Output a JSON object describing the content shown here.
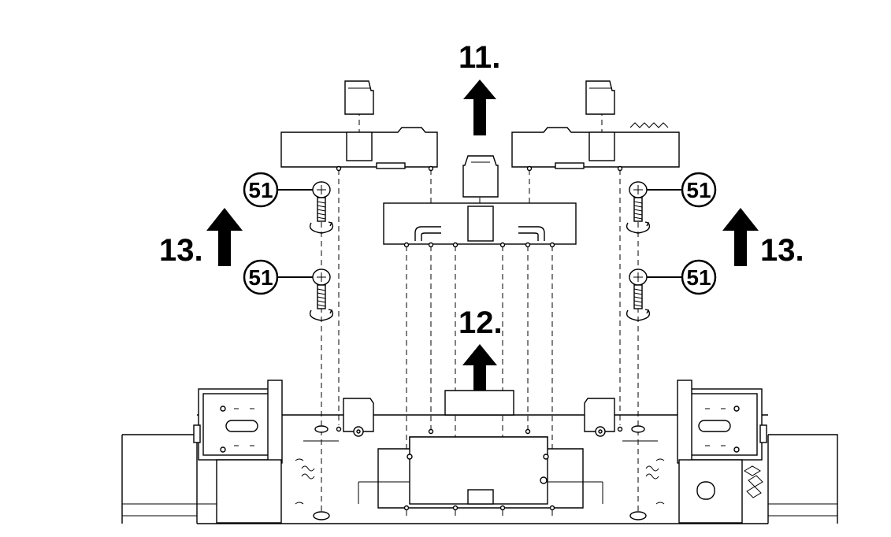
{
  "steps": {
    "step_11": "11.",
    "step_12": "12.",
    "step_13_left": "13.",
    "step_13_right": "13."
  },
  "part_callouts": [
    "51",
    "51",
    "51",
    "51"
  ]
}
